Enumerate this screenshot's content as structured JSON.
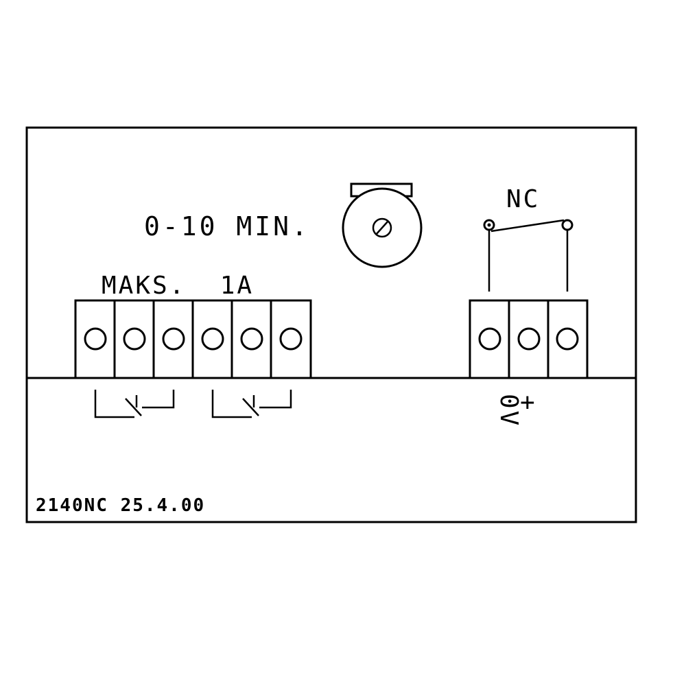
{
  "labels": {
    "timer_range": "0-10 MIN.",
    "max_current": "MAKS.  1A",
    "contact_type": "NC",
    "minus_terminal": "0V",
    "plus_terminal": "+",
    "part_code": "2140NC 25.4.00"
  },
  "terminal_blocks": {
    "left_count": 6,
    "right_count": 3
  },
  "icons": {
    "potentiometer": "potentiometer-screw-icon",
    "relay_contact": "nc-contact-switch-icon",
    "timer_contact": "delayed-contact-icon"
  },
  "colors": {
    "line": "#000000",
    "background": "#ffffff"
  }
}
